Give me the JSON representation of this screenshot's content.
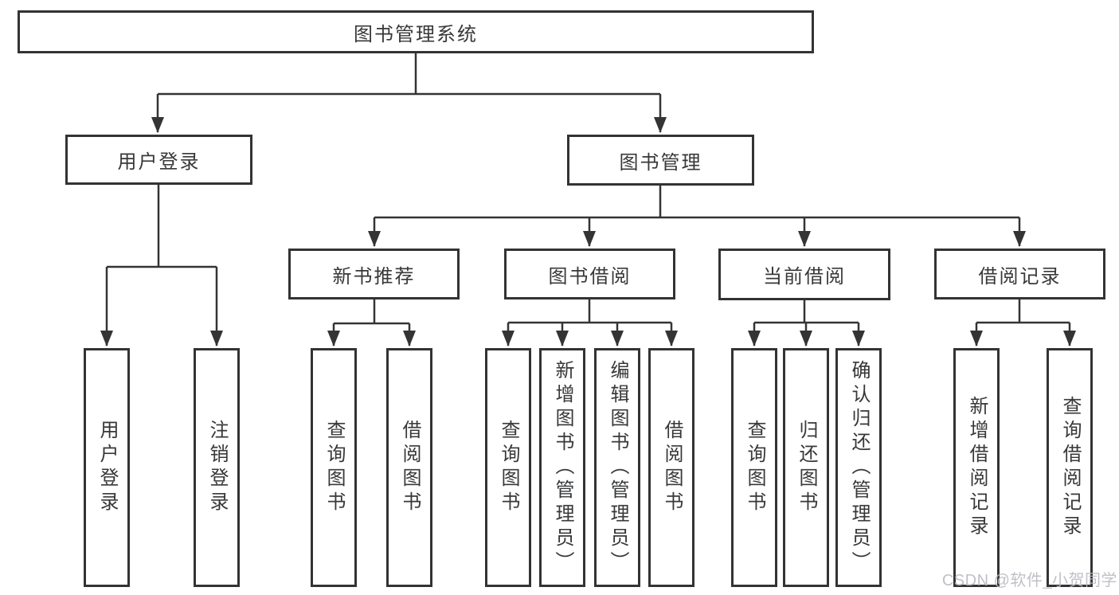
{
  "tree": {
    "label": "图书管理系统",
    "children": [
      {
        "label": "用户登录",
        "children": [
          {
            "label": "用户登录"
          },
          {
            "label": "注销登录"
          }
        ]
      },
      {
        "label": "图书管理",
        "children": [
          {
            "label": "新书推荐",
            "children": [
              {
                "label": "查询图书"
              },
              {
                "label": "借阅图书"
              }
            ]
          },
          {
            "label": "图书借阅",
            "children": [
              {
                "label": "查询图书"
              },
              {
                "label": "新增图书（管理员）"
              },
              {
                "label": "编辑图书（管理员）"
              },
              {
                "label": "借阅图书"
              }
            ]
          },
          {
            "label": "当前借阅",
            "children": [
              {
                "label": "查询图书"
              },
              {
                "label": "归还图书"
              },
              {
                "label": "确认归还（管理员）"
              }
            ]
          },
          {
            "label": "借阅记录",
            "children": [
              {
                "label": "新增借阅记录"
              },
              {
                "label": "查询借阅记录"
              }
            ]
          }
        ]
      }
    ]
  },
  "watermark": "CSDN @软件_小贺同学",
  "colors": {
    "line": "#343434",
    "box_border": "#333333",
    "text": "#37383a",
    "background": "#ffffff",
    "watermark": "#b9bac1"
  }
}
